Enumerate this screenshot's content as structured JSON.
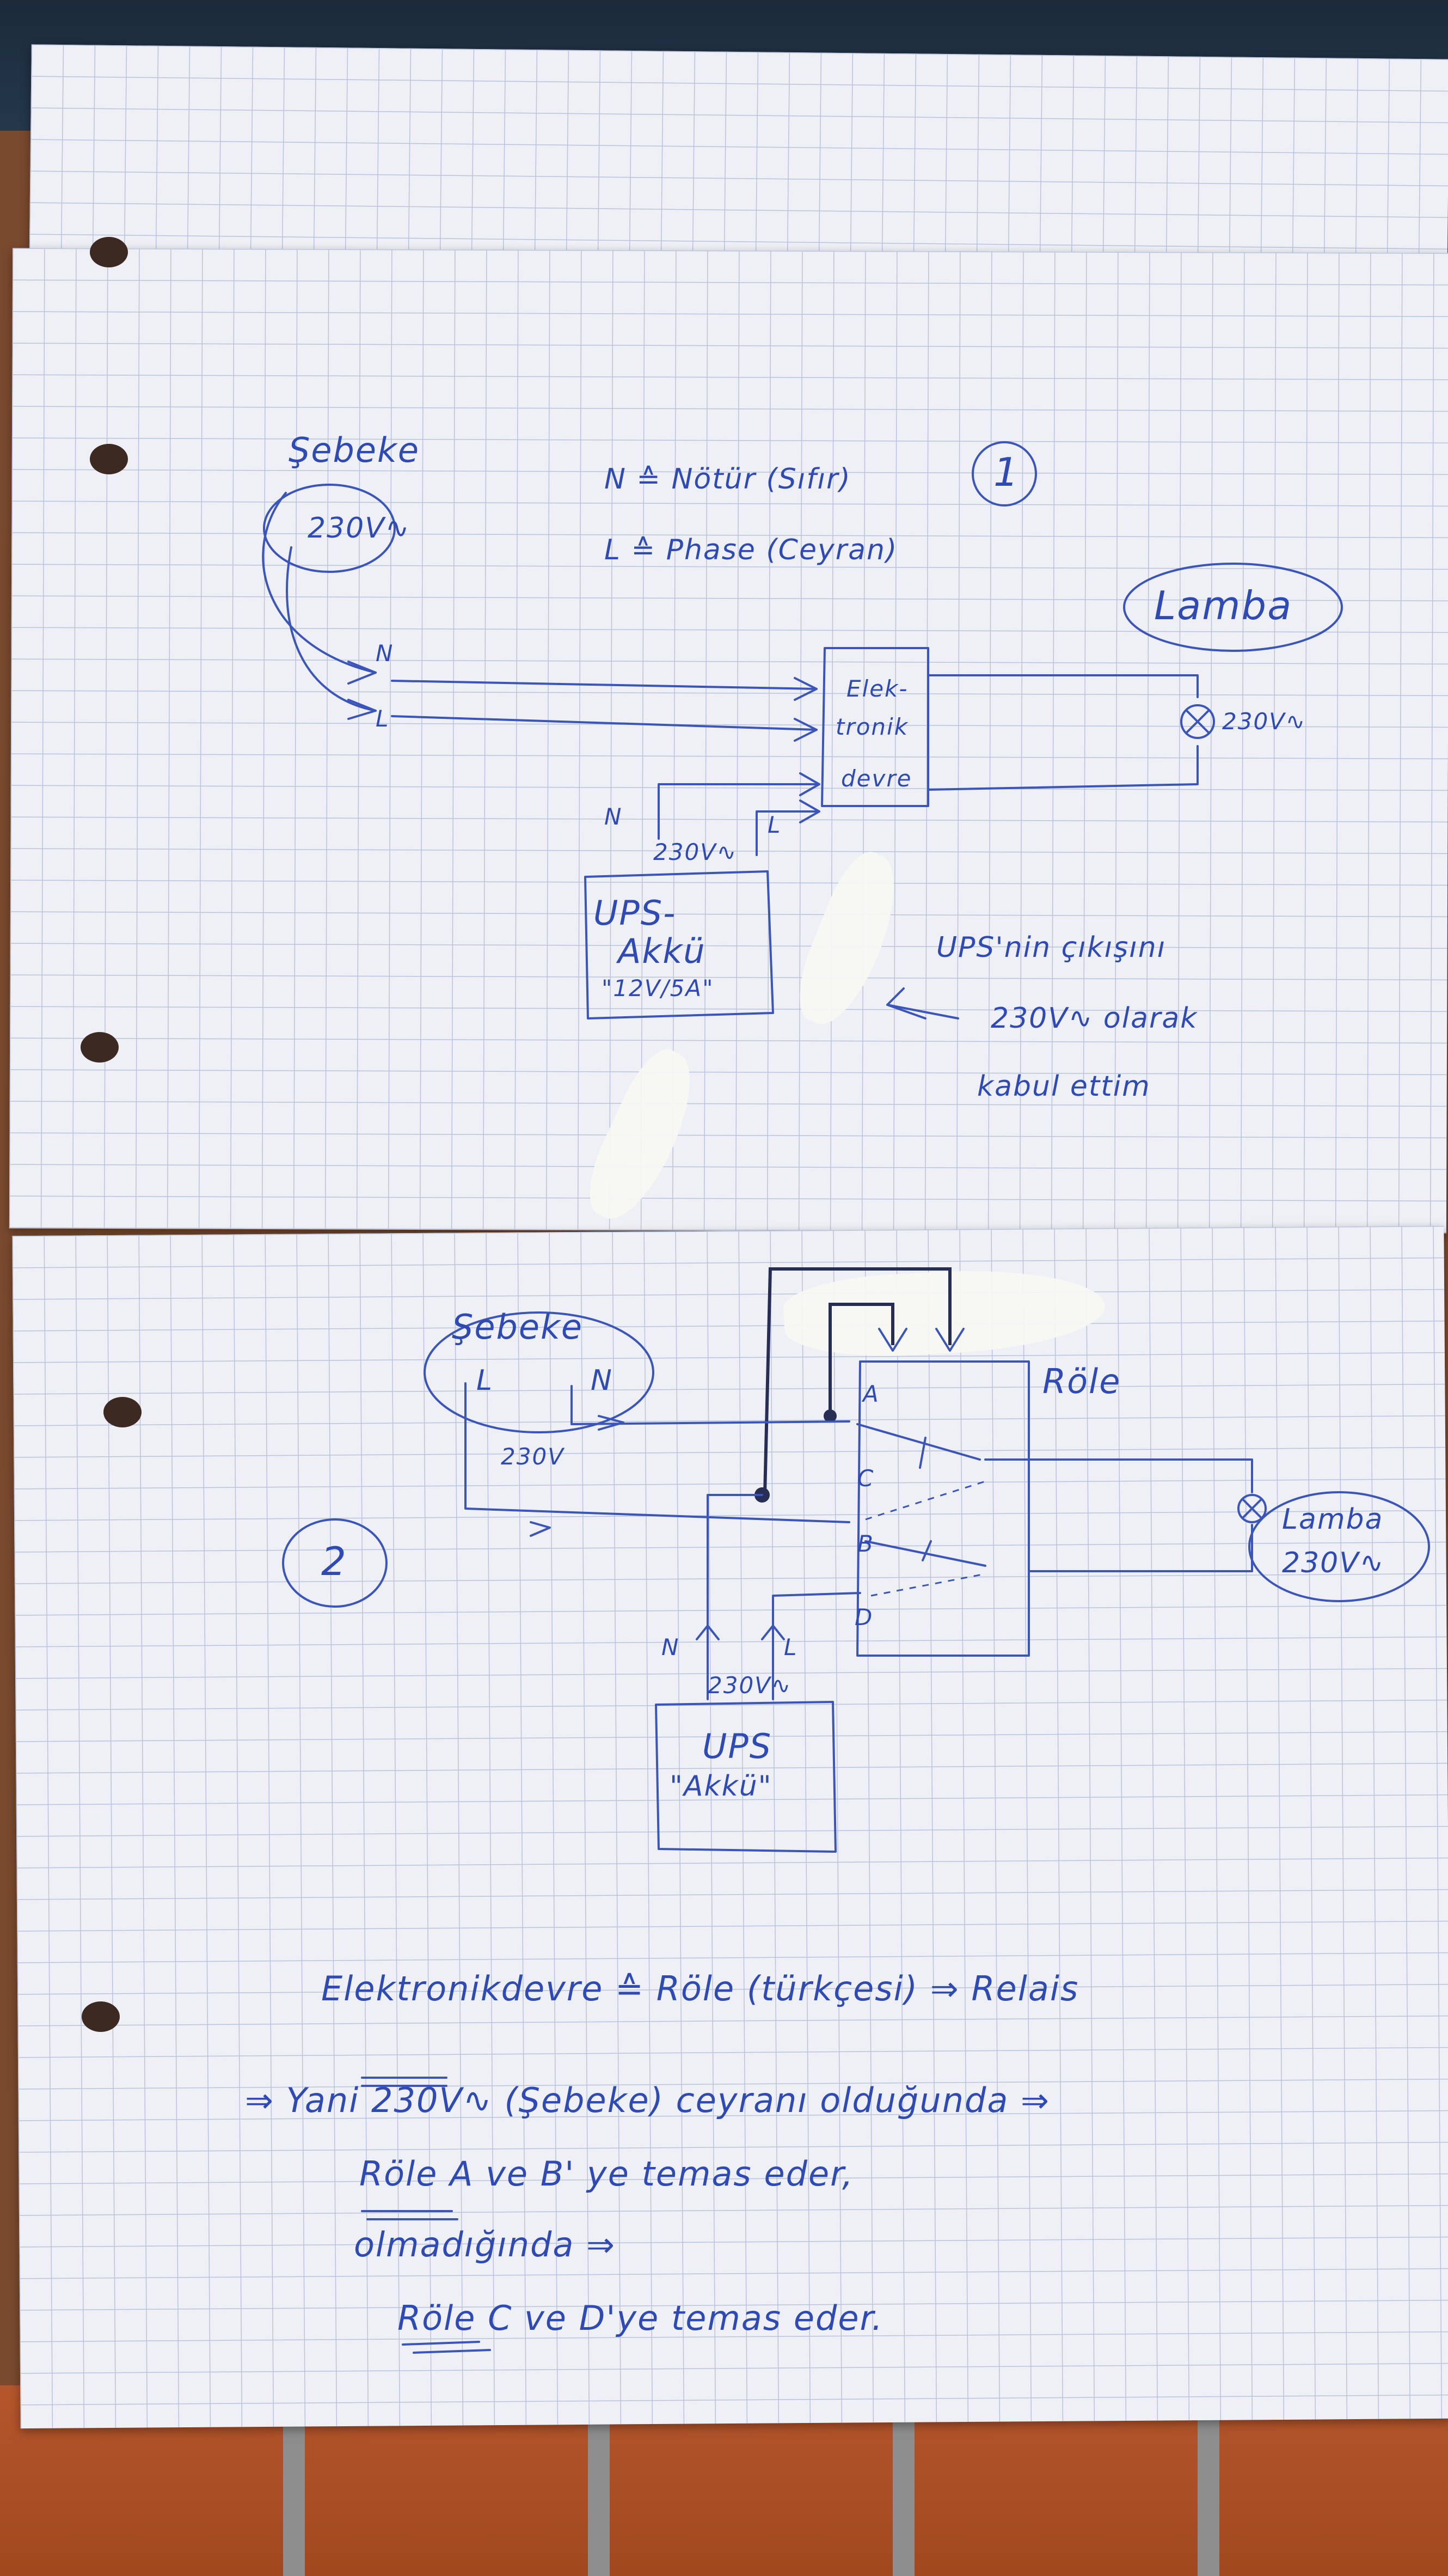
{
  "diagram1": {
    "number": "1",
    "legend_n": "N ≙ Nötür (Sıfır)",
    "legend_l": "L ≙ Phase (Ceyran)",
    "source_label": "Şebeke",
    "source_voltage": "230V∿",
    "wire_n": "N",
    "wire_l": "L",
    "circuit_label_1": "Elek-",
    "circuit_label_2": "tronik",
    "circuit_label_3": "devre",
    "ups_n": "N",
    "ups_l": "L",
    "ups_voltage": "230V∿",
    "ups_line_1": "UPS-",
    "ups_line_2": "Akkü",
    "ups_line_3": "\"12V/5A\"",
    "lamp_label": "Lamba",
    "lamp_voltage": "230V∿",
    "note_1": "UPS'nin çıkışını",
    "note_2": "230V∿ olarak",
    "note_3": "kabul ettim"
  },
  "diagram2": {
    "number": "2",
    "source_label": "Şebeke",
    "source_l": "L",
    "source_n": "N",
    "source_voltage": "230V",
    "relay_label": "Röle",
    "contact_a": "A",
    "contact_b": "B",
    "contact_c": "C",
    "contact_d": "D",
    "lamp_label": "Lamba",
    "lamp_voltage": "230V∿",
    "ups_n": "N",
    "ups_l": "L",
    "ups_voltage": "230V∿",
    "ups_line_1": "UPS",
    "ups_line_2": "\"Akkü\""
  },
  "notes": {
    "line_1": "Elektronikdevre ≙ Röle (türkçesi) ⇒ Relais",
    "line_2": "⇒ Yani 230V∿ (Şebeke) ceyranı olduğunda ⇒",
    "line_3": "Röle A ve B' ye temas eder,",
    "line_4": "olmadığında ⇒",
    "line_5": "Röle C ve D'ye temas eder."
  }
}
